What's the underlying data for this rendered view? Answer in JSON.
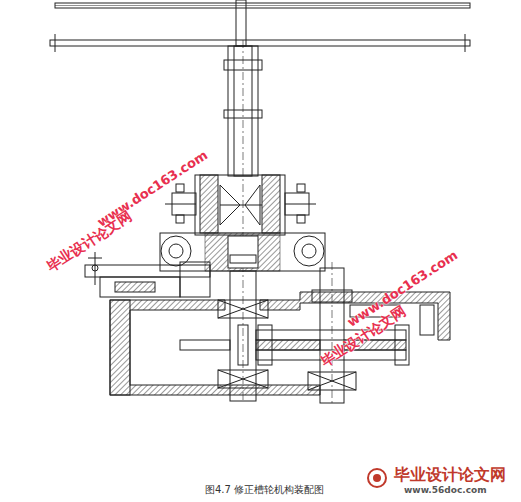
{
  "diagram": {
    "caption": "图4.7  修正槽轮机构装配图",
    "labels": [
      "www.doc163.com",
      "毕业设计论文网",
      "毕业设计论文网",
      "www.doc163.com",
      "毕业设计论文网",
      "www.56doc.com"
    ]
  }
}
